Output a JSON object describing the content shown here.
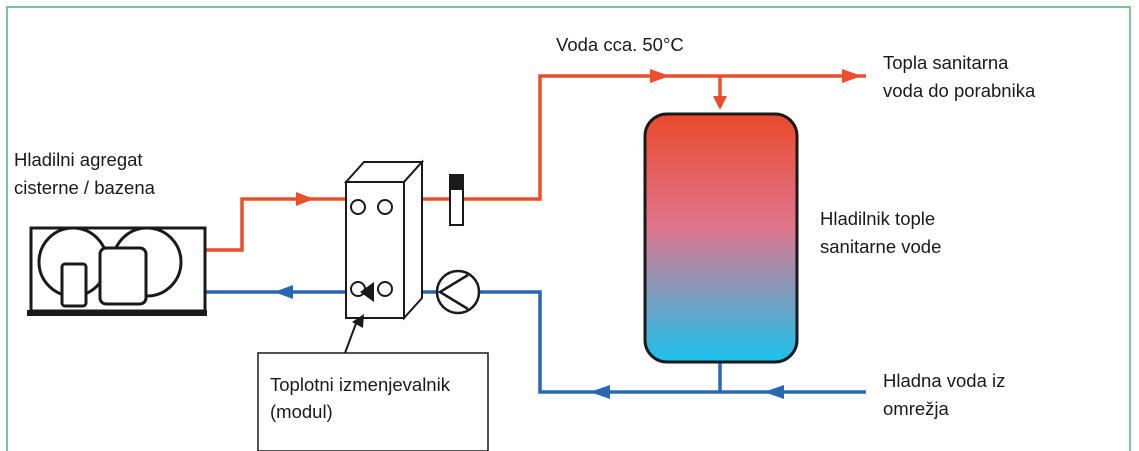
{
  "labels": {
    "chiller": [
      "Hladilni agregat",
      "cisterne / bazena"
    ],
    "water_temp": "Voda cca. 50°C",
    "hot_out": [
      "Topla sanitarna",
      "voda do porabnika"
    ],
    "tank": [
      "Hladilnik tople",
      "sanitarne vode"
    ],
    "heat_exchanger": [
      "Toplotni izmenjevalnik",
      "(modul)"
    ],
    "cold_in": [
      "Hladna voda iz",
      "omrežja"
    ]
  },
  "colors": {
    "hot_pipe": "#ea4f2d",
    "cold_pipe": "#2a67b3",
    "frame": "#7cc39a",
    "tank_top": "#ea4a2c",
    "tank_mid": "#e0748c",
    "tank_bottom": "#1ac2ec"
  }
}
